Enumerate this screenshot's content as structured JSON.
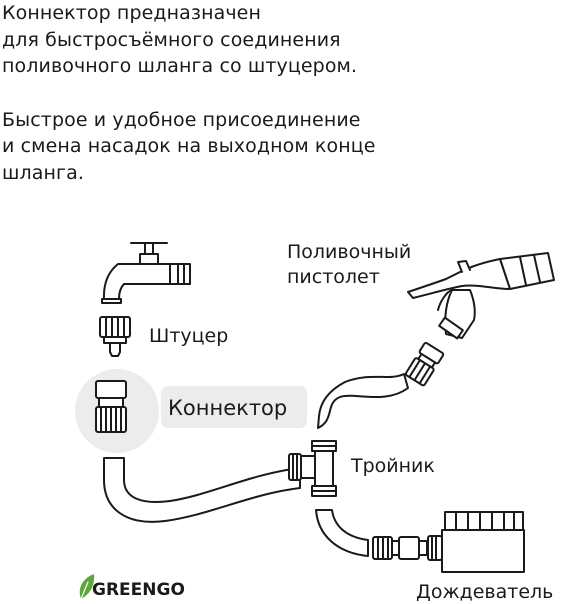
{
  "intro": {
    "line1": "Коннектор предназначен",
    "line2": "для быстросъёмного соединения",
    "line3": "поливочного шланга со штуцером.",
    "line4": "Быстрое и удобное присоединение",
    "line5": "и смена насадок на выходном конце",
    "line6": "шланга."
  },
  "labels": {
    "fitting": "Штуцер",
    "connector": "Коннектор",
    "gun_line1": "Поливочный",
    "gun_line2": "пистолет",
    "tee": "Тройник",
    "sprinkler": "Дождеватель"
  },
  "brand": {
    "name": "GREENGO",
    "leaf_color": "#5aa83a"
  },
  "colors": {
    "stroke": "#1a1a1a",
    "highlight": "#ececec"
  }
}
